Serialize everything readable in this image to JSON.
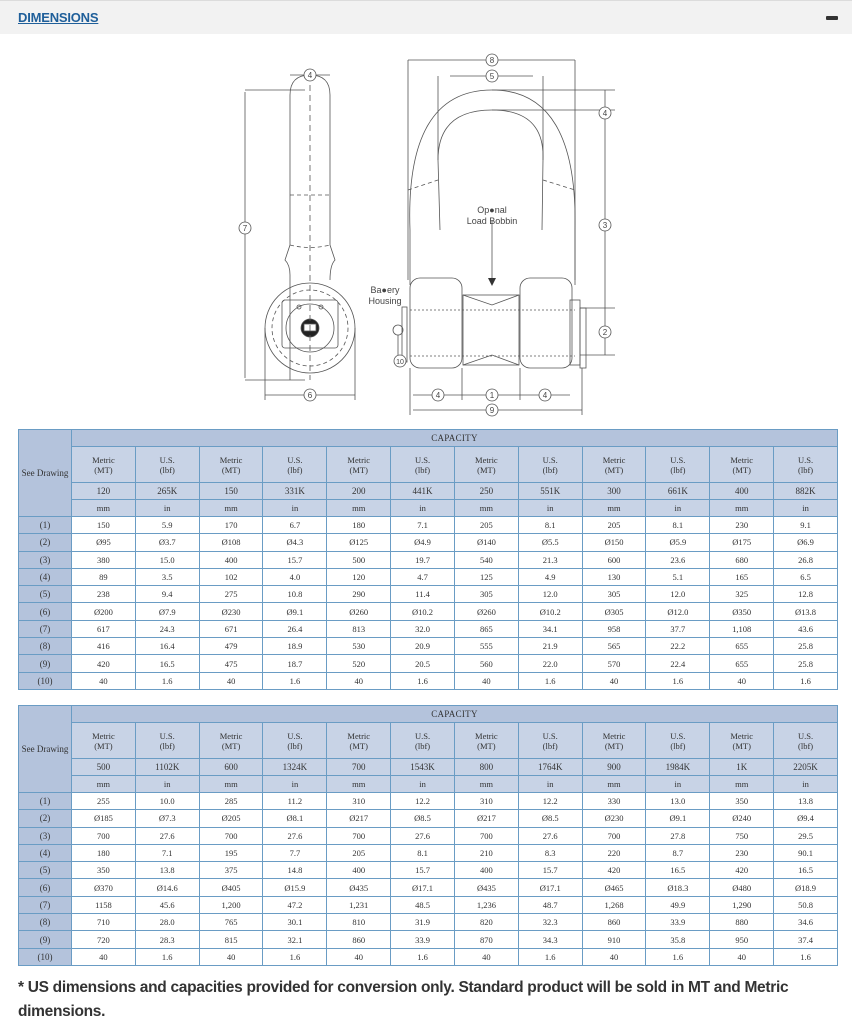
{
  "header": {
    "title": "DIMENSIONS",
    "collapse_icon": "minus-icon"
  },
  "drawing": {
    "labels": {
      "optional_bobbin_line1": "Op●nal",
      "optional_bobbin_line2": "Load Bobbin",
      "battery_line1": "Ba●ery",
      "battery_line2": "Housing"
    },
    "callouts": [
      "1",
      "2",
      "3",
      "4",
      "5",
      "6",
      "7",
      "8",
      "9",
      "10"
    ]
  },
  "tables": [
    {
      "see_drawing": "See Drawing",
      "capacity": "CAPACITY",
      "unit_headers": [
        [
          "Metric",
          "(MT)"
        ],
        [
          "U.S.",
          "(lbf)"
        ],
        [
          "Metric",
          "(MT)"
        ],
        [
          "U.S.",
          "(lbf)"
        ],
        [
          "Metric",
          "(MT)"
        ],
        [
          "U.S.",
          "(lbf)"
        ],
        [
          "Metric",
          "(MT)"
        ],
        [
          "U.S.",
          "(lbf)"
        ],
        [
          "Metric",
          "(MT)"
        ],
        [
          "U.S.",
          "(lbf)"
        ],
        [
          "Metric",
          "(MT)"
        ],
        [
          "U.S.",
          "(lbf)"
        ]
      ],
      "ratings": [
        "120",
        "265K",
        "150",
        "331K",
        "200",
        "441K",
        "250",
        "551K",
        "300",
        "661K",
        "400",
        "882K"
      ],
      "units": [
        "mm",
        "in",
        "mm",
        "in",
        "mm",
        "in",
        "mm",
        "in",
        "mm",
        "in",
        "mm",
        "in"
      ],
      "rows": [
        {
          "label": "(1)",
          "values": [
            "150",
            "5.9",
            "170",
            "6.7",
            "180",
            "7.1",
            "205",
            "8.1",
            "205",
            "8.1",
            "230",
            "9.1"
          ]
        },
        {
          "label": "(2)",
          "values": [
            "Ø95",
            "Ø3.7",
            "Ø108",
            "Ø4.3",
            "Ø125",
            "Ø4.9",
            "Ø140",
            "Ø5.5",
            "Ø150",
            "Ø5.9",
            "Ø175",
            "Ø6.9"
          ]
        },
        {
          "label": "(3)",
          "values": [
            "380",
            "15.0",
            "400",
            "15.7",
            "500",
            "19.7",
            "540",
            "21.3",
            "600",
            "23.6",
            "680",
            "26.8"
          ]
        },
        {
          "label": "(4)",
          "values": [
            "89",
            "3.5",
            "102",
            "4.0",
            "120",
            "4.7",
            "125",
            "4.9",
            "130",
            "5.1",
            "165",
            "6.5"
          ]
        },
        {
          "label": "(5)",
          "values": [
            "238",
            "9.4",
            "275",
            "10.8",
            "290",
            "11.4",
            "305",
            "12.0",
            "305",
            "12.0",
            "325",
            "12.8"
          ]
        },
        {
          "label": "(6)",
          "values": [
            "Ø200",
            "Ø7.9",
            "Ø230",
            "Ø9.1",
            "Ø260",
            "Ø10.2",
            "Ø260",
            "Ø10.2",
            "Ø305",
            "Ø12.0",
            "Ø350",
            "Ø13.8"
          ]
        },
        {
          "label": "(7)",
          "values": [
            "617",
            "24.3",
            "671",
            "26.4",
            "813",
            "32.0",
            "865",
            "34.1",
            "958",
            "37.7",
            "1,108",
            "43.6"
          ]
        },
        {
          "label": "(8)",
          "values": [
            "416",
            "16.4",
            "479",
            "18.9",
            "530",
            "20.9",
            "555",
            "21.9",
            "565",
            "22.2",
            "655",
            "25.8"
          ]
        },
        {
          "label": "(9)",
          "values": [
            "420",
            "16.5",
            "475",
            "18.7",
            "520",
            "20.5",
            "560",
            "22.0",
            "570",
            "22.4",
            "655",
            "25.8"
          ]
        },
        {
          "label": "(10)",
          "values": [
            "40",
            "1.6",
            "40",
            "1.6",
            "40",
            "1.6",
            "40",
            "1.6",
            "40",
            "1.6",
            "40",
            "1.6"
          ]
        }
      ]
    },
    {
      "see_drawing": "See Drawing",
      "capacity": "CAPACITY",
      "unit_headers": [
        [
          "Metric",
          "(MT)"
        ],
        [
          "U.S.",
          "(lbf)"
        ],
        [
          "Metric",
          "(MT)"
        ],
        [
          "U.S.",
          "(lbf)"
        ],
        [
          "Metric",
          "(MT)"
        ],
        [
          "U.S.",
          "(lbf)"
        ],
        [
          "Metric",
          "(MT)"
        ],
        [
          "U.S.",
          "(lbf)"
        ],
        [
          "Metric",
          "(MT)"
        ],
        [
          "U.S.",
          "(lbf)"
        ],
        [
          "Metric",
          "(MT)"
        ],
        [
          "U.S.",
          "(lbf)"
        ]
      ],
      "ratings": [
        "500",
        "1102K",
        "600",
        "1324K",
        "700",
        "1543K",
        "800",
        "1764K",
        "900",
        "1984K",
        "1K",
        "2205K"
      ],
      "units": [
        "mm",
        "in",
        "mm",
        "in",
        "mm",
        "in",
        "mm",
        "in",
        "mm",
        "in",
        "mm",
        "in"
      ],
      "rows": [
        {
          "label": "(1)",
          "values": [
            "255",
            "10.0",
            "285",
            "11.2",
            "310",
            "12.2",
            "310",
            "12.2",
            "330",
            "13.0",
            "350",
            "13.8"
          ]
        },
        {
          "label": "(2)",
          "values": [
            "Ø185",
            "Ø7.3",
            "Ø205",
            "Ø8.1",
            "Ø217",
            "Ø8.5",
            "Ø217",
            "Ø8.5",
            "Ø230",
            "Ø9.1",
            "Ø240",
            "Ø9.4"
          ]
        },
        {
          "label": "(3)",
          "values": [
            "700",
            "27.6",
            "700",
            "27.6",
            "700",
            "27.6",
            "700",
            "27.6",
            "700",
            "27.8",
            "750",
            "29.5"
          ]
        },
        {
          "label": "(4)",
          "values": [
            "180",
            "7.1",
            "195",
            "7.7",
            "205",
            "8.1",
            "210",
            "8.3",
            "220",
            "8.7",
            "230",
            "90.1"
          ]
        },
        {
          "label": "(5)",
          "values": [
            "350",
            "13.8",
            "375",
            "14.8",
            "400",
            "15.7",
            "400",
            "15.7",
            "420",
            "16.5",
            "420",
            "16.5"
          ]
        },
        {
          "label": "(6)",
          "values": [
            "Ø370",
            "Ø14.6",
            "Ø405",
            "Ø15.9",
            "Ø435",
            "Ø17.1",
            "Ø435",
            "Ø17.1",
            "Ø465",
            "Ø18.3",
            "Ø480",
            "Ø18.9"
          ]
        },
        {
          "label": "(7)",
          "values": [
            "1158",
            "45.6",
            "1,200",
            "47.2",
            "1,231",
            "48.5",
            "1,236",
            "48.7",
            "1,268",
            "49.9",
            "1,290",
            "50.8"
          ]
        },
        {
          "label": "(8)",
          "values": [
            "710",
            "28.0",
            "765",
            "30.1",
            "810",
            "31.9",
            "820",
            "32.3",
            "860",
            "33.9",
            "880",
            "34.6"
          ]
        },
        {
          "label": "(9)",
          "values": [
            "720",
            "28.3",
            "815",
            "32.1",
            "860",
            "33.9",
            "870",
            "34.3",
            "910",
            "35.8",
            "950",
            "37.4"
          ]
        },
        {
          "label": "(10)",
          "values": [
            "40",
            "1.6",
            "40",
            "1.6",
            "40",
            "1.6",
            "40",
            "1.6",
            "40",
            "1.6",
            "40",
            "1.6"
          ]
        }
      ]
    }
  ],
  "footnote": "* US dimensions and capacities provided for conversion only. Standard product will be sold in MT and Metric dimensions."
}
